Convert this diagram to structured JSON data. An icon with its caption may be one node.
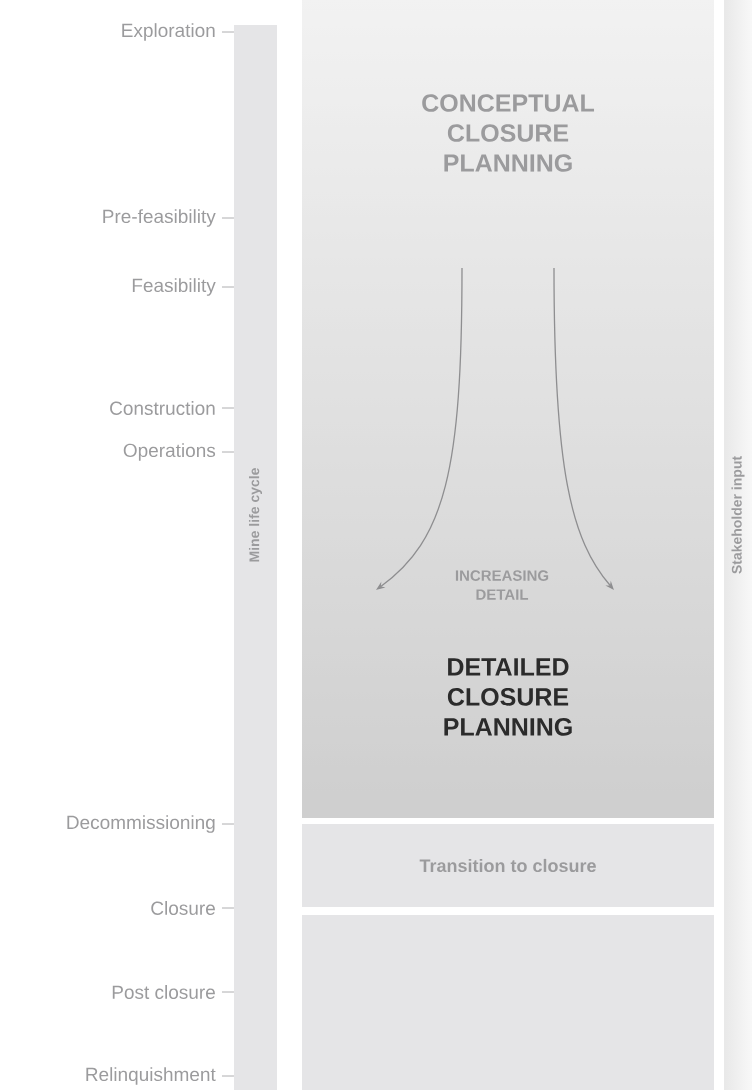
{
  "diagram": {
    "nodes": [
      {
        "text": [
          "Mine life cycle"
        ]
      },
      {
        "text": [
          "CONCEPTUAL CLOSURE PLANNING",
          "DETAILED CLOSURE PLANNING"
        ]
      },
      {
        "text": [
          "Transition to closure"
        ]
      },
      {
        "text": [],
        "shape": "box"
      },
      {
        "text": [
          "Stakeholder input"
        ]
      }
    ],
    "labels": [
      "Exploration",
      "Pre-feasibility",
      "Feasibility",
      "Construction",
      "Operations",
      "INCREASING DETAIL",
      "Decommissioning",
      "Closure",
      "Post closure",
      "Relinquishment"
    ]
  }
}
